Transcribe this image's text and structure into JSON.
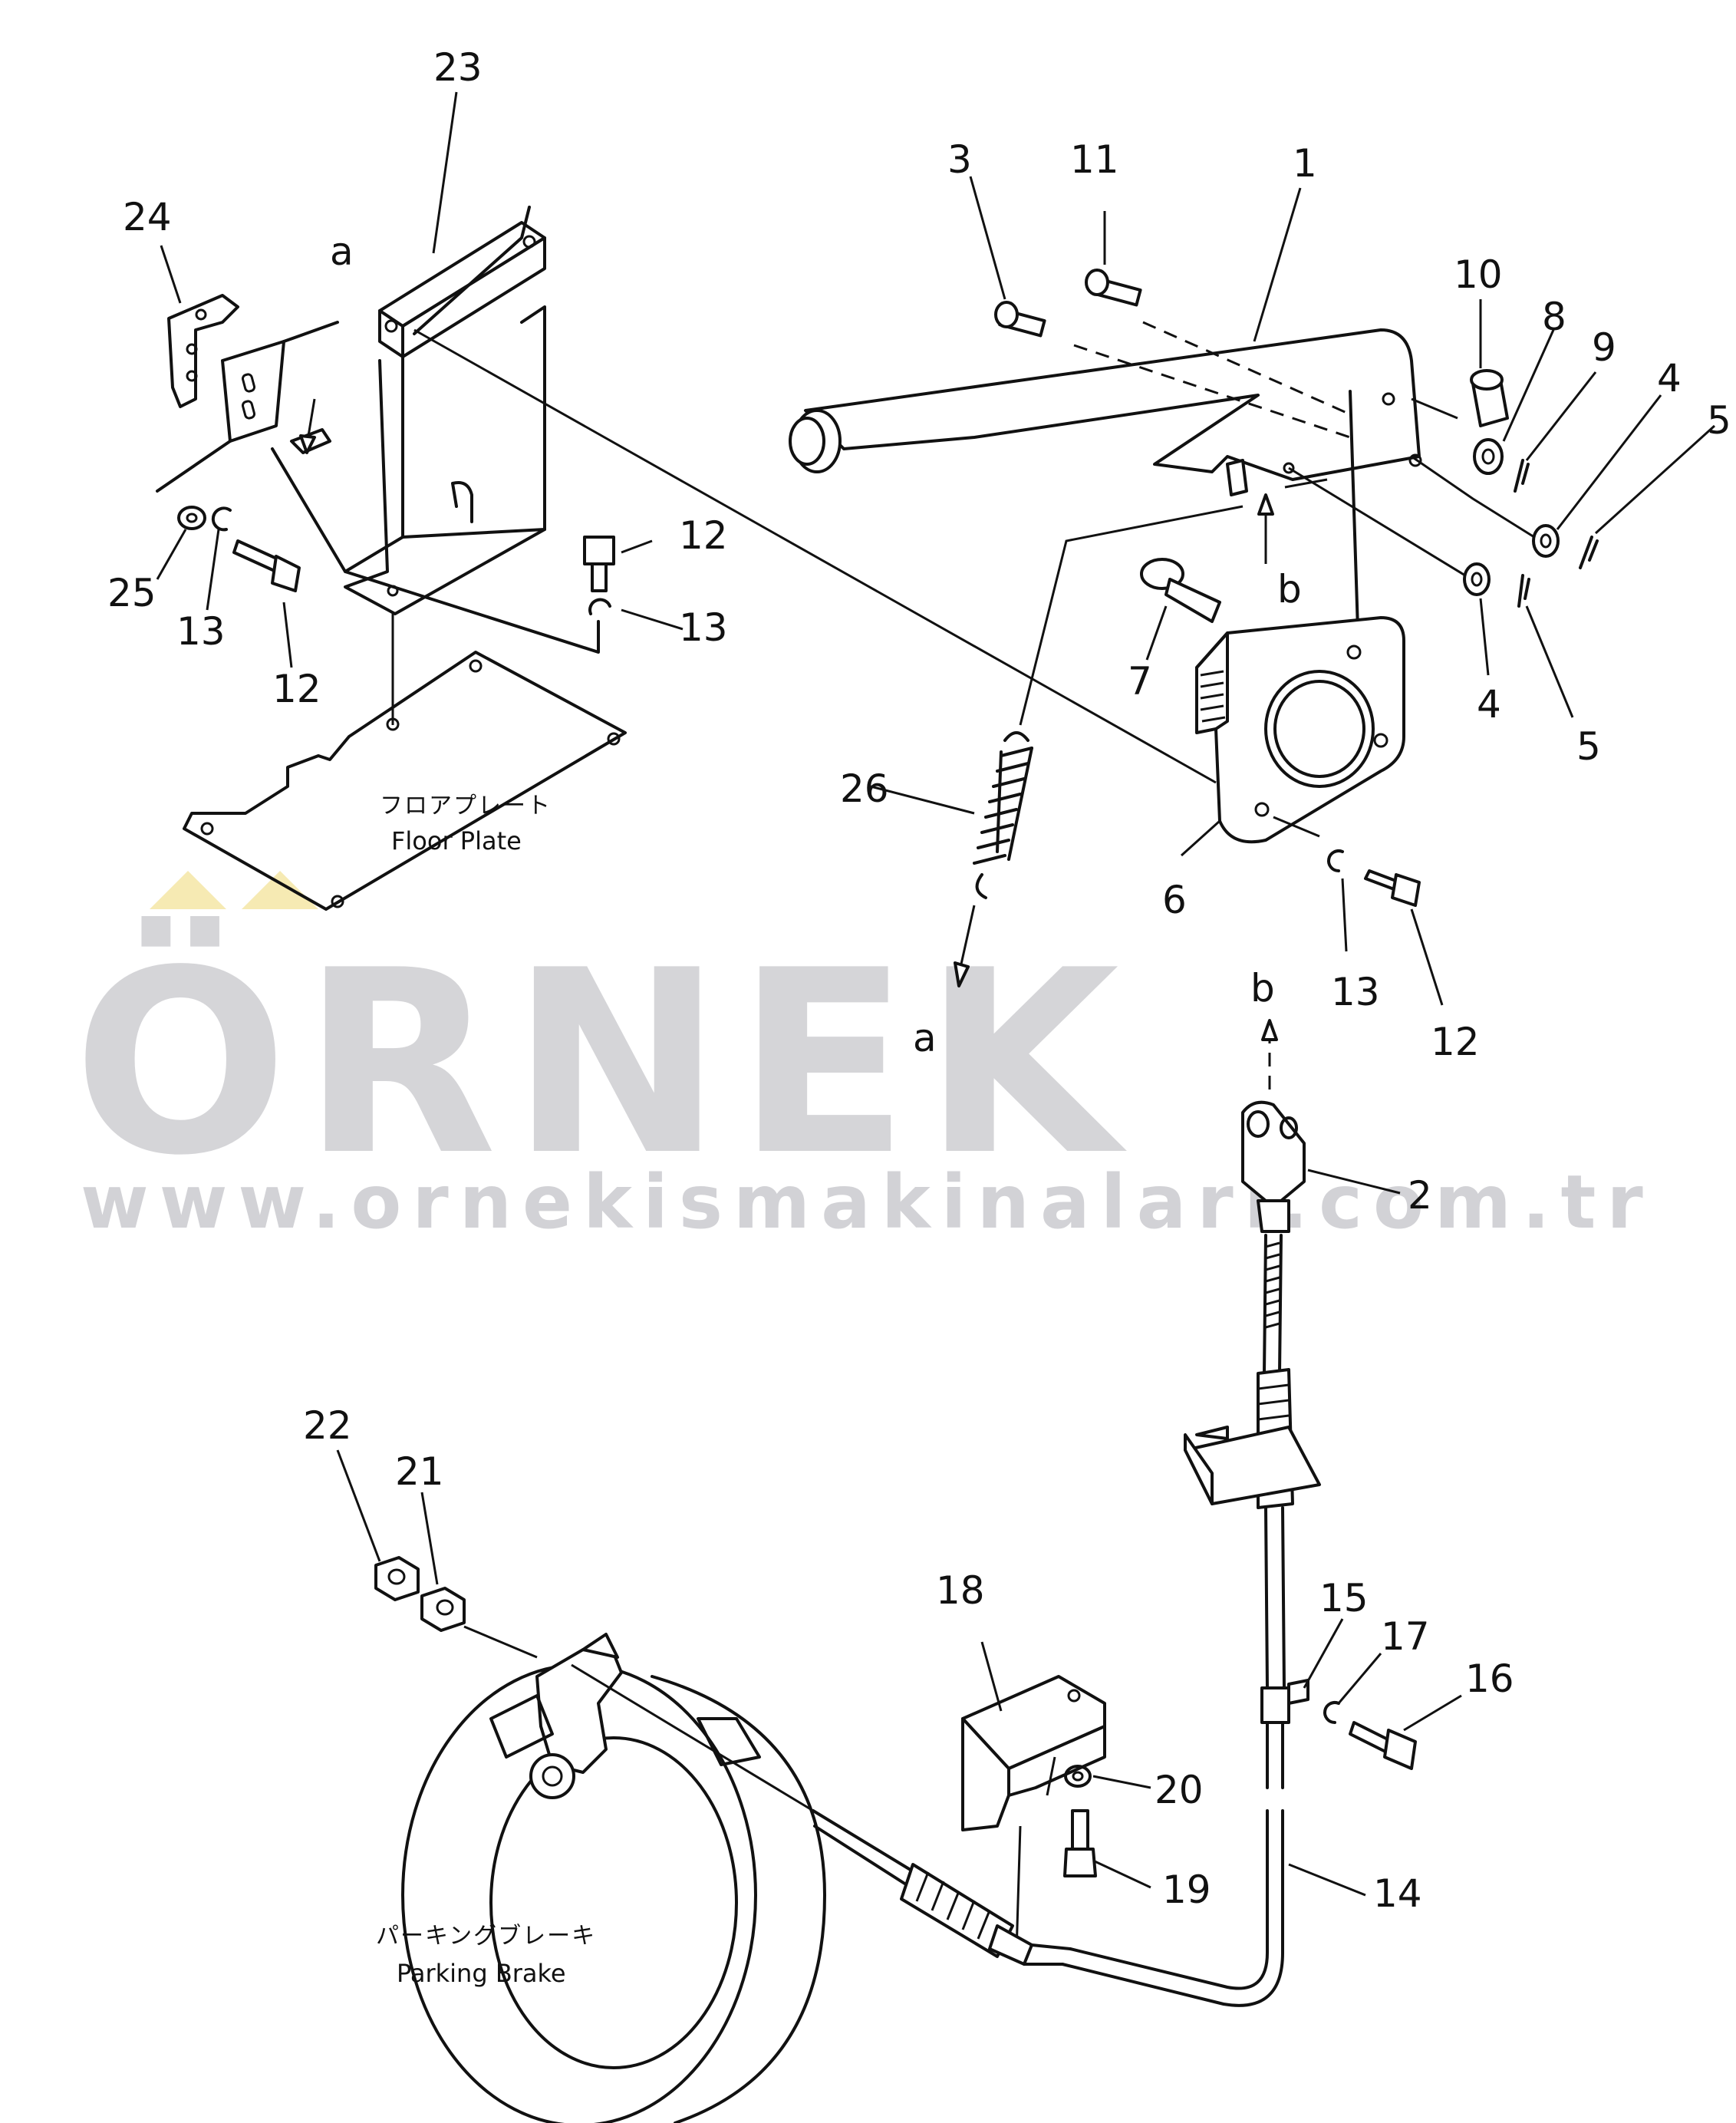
{
  "diagram": {
    "callouts": {
      "c1": "1",
      "c2": "2",
      "c3": "3",
      "c4a": "4",
      "c4b": "4",
      "c5a": "5",
      "c5b": "5",
      "c6": "6",
      "c7": "7",
      "c8": "8",
      "c9": "9",
      "c10": "10",
      "c11": "11",
      "c12a": "12",
      "c12b": "12",
      "c12c": "12",
      "c13a": "13",
      "c13b": "13",
      "c13c": "13",
      "c14": "14",
      "c15": "15",
      "c16": "16",
      "c17": "17",
      "c18": "18",
      "c19": "19",
      "c20": "20",
      "c21": "21",
      "c22": "22",
      "c23": "23",
      "c24": "24",
      "c25": "25",
      "c26": "26"
    },
    "refs": {
      "a_top": "a",
      "a_bottom": "a",
      "b_top": "b",
      "b_bottom": "b"
    },
    "labels": {
      "floor_plate_jp": "フロアプレート",
      "floor_plate_en": "Floor Plate",
      "parking_brake_jp": "パーキングブレーキ",
      "parking_brake_en": "Parking Brake"
    }
  },
  "watermark": {
    "brand": "ÖRNEK",
    "url": "www.ornekismakinalari.com.tr",
    "color": "#c8c8cc",
    "accent_color": "#f5e6a6"
  }
}
